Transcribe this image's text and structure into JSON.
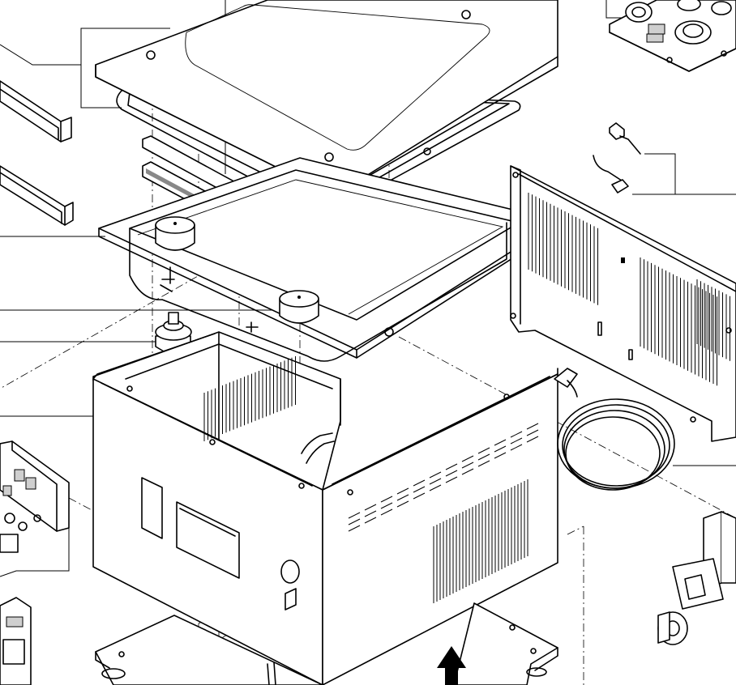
{
  "diagram": {
    "type": "exploded-assembly-drawing",
    "text_labels": [],
    "parts": [
      {
        "id": "lid",
        "name": "lid-plate"
      },
      {
        "id": "gasket",
        "name": "lid-gasket"
      },
      {
        "id": "rails",
        "name": "c-channel-rails"
      },
      {
        "id": "mesh-strips",
        "name": "mesh-strips"
      },
      {
        "id": "tank",
        "name": "tank-pan"
      },
      {
        "id": "heaters",
        "name": "cylindrical-heaters"
      },
      {
        "id": "connectors",
        "name": "hex-connectors"
      },
      {
        "id": "cabinet",
        "name": "main-cabinet-box"
      },
      {
        "id": "rear-panel",
        "name": "louvered-rear-panel"
      },
      {
        "id": "hose",
        "name": "coiled-hose"
      },
      {
        "id": "valve",
        "name": "solenoid-valve"
      },
      {
        "id": "base",
        "name": "base-plate"
      },
      {
        "id": "control-board",
        "name": "control-board"
      },
      {
        "id": "pump",
        "name": "pump-module"
      },
      {
        "id": "switch",
        "name": "micro-switch-cable"
      }
    ],
    "colors": {
      "line": "#000000",
      "background": "#ffffff",
      "shade": "#cfcfcf"
    }
  }
}
